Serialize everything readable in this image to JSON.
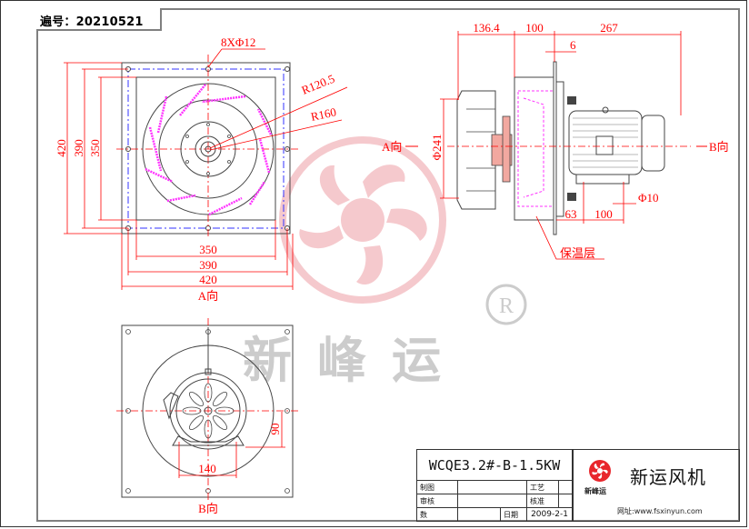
{
  "header": {
    "code_label": "遍号：20210521"
  },
  "front_view": {
    "holes_label": "8XΦ12",
    "radius_inner": "R120.5",
    "radius_outer": "R160",
    "dims_vertical": [
      "420",
      "390",
      "350"
    ],
    "dims_horizontal": [
      "350",
      "390",
      "420"
    ],
    "view_label": "A向"
  },
  "side_view": {
    "dims_top": [
      "136.4",
      "100",
      "267"
    ],
    "plate_thickness": "6",
    "diameter": "Φ241",
    "foot_hole": "Φ10",
    "foot_dims": [
      "63",
      "100"
    ],
    "insulation_label": "保温层",
    "left_arrow_label": "A向",
    "right_arrow_label": "B向"
  },
  "rear_view": {
    "dim_width": "140",
    "dim_height": "90",
    "view_label": "B向"
  },
  "watermark": {
    "text": "新峰运",
    "registered": "®"
  },
  "title_block": {
    "model": "WCQE3.2#-B-1.5KW",
    "rows": [
      {
        "label_a": "制图",
        "value_a": "",
        "label_b": "工艺",
        "value_b": ""
      },
      {
        "label_a": "审核",
        "value_a": "",
        "label_b": "核准",
        "value_b": ""
      },
      {
        "label_a": "数",
        "value_a": "",
        "label_b": "日期",
        "value_b": "2009-2-1"
      }
    ],
    "brand_name": "新运风机",
    "brand_small": "新峰运",
    "brand_url": "网址:www.fsxinyun.com"
  },
  "colors": {
    "dimension": "#ff0000",
    "blade": "#ff33ff",
    "centerline_blue": "#3333ff",
    "outline": "#333333",
    "watermark_red": "#f4c4c8",
    "watermark_gray": "#cccccc"
  }
}
